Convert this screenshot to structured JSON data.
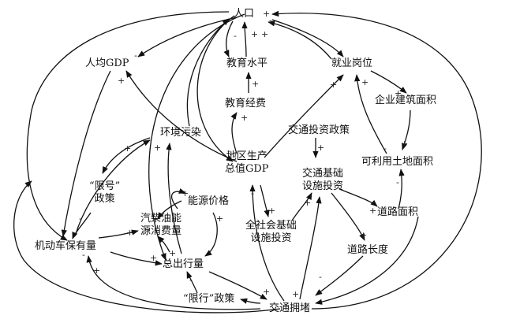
{
  "nodes": {
    "population": "人口",
    "gdp_per_capita": "人均GDP",
    "education_level": "教育水平",
    "education_funding": "教育经费",
    "jobs": "就业岗位",
    "enterprise_area": "企业建筑面积",
    "available_land": "可利用土地面积",
    "env_pollution": "环境污染",
    "regional_gdp": [
      "地区生产",
      "总值GDP"
    ],
    "transport_policy": "交通投资政策",
    "transport_infra": [
      "交通基础",
      "设施投资"
    ],
    "energy_price": "能源价格",
    "plate_policy": [
      "“限号”",
      "政策"
    ],
    "diesel_consumption": [
      "汽柴油能",
      "源消费量"
    ],
    "social_infra": [
      "全社会基础",
      "设施投资"
    ],
    "road_area": "道路面积",
    "vehicle_ownership": "机动车保有量",
    "total_trips": "总出行量",
    "road_length": "道路长度",
    "restrict_policy": "“限行”政策",
    "congestion": "交通拥堵"
  },
  "signs": {
    "plus": "+",
    "minus": "-"
  }
}
